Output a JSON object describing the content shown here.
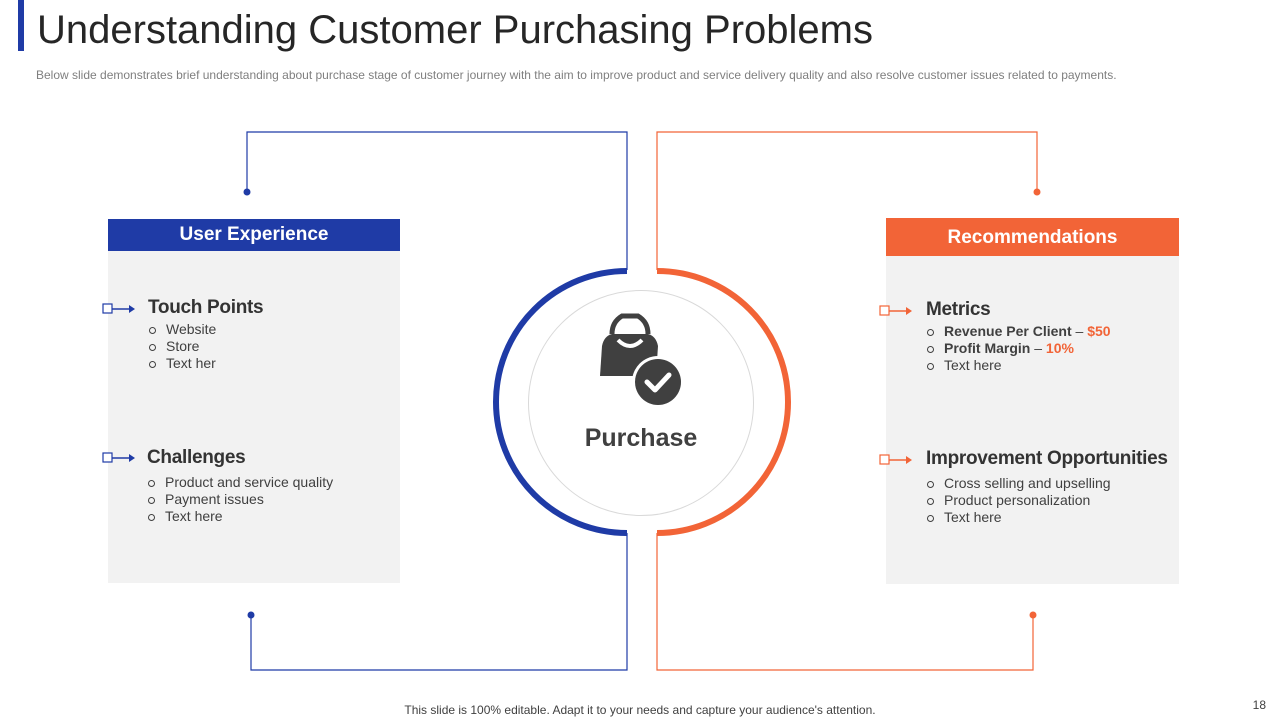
{
  "slide": {
    "title": "Understanding Customer Purchasing Problems",
    "subtitle": "Below slide demonstrates brief understanding  about purchase  stage of customer journey with the aim to improve  product and service  delivery  quality and also resolve  customer issues related to payments.",
    "center_label": "Purchase",
    "footer": "This slide is 100% editable. Adapt it to your needs and capture your audience's attention.",
    "page_number": "18"
  },
  "colors": {
    "blue": "#1f3ba6",
    "orange": "#f26437"
  },
  "left_panel": {
    "header": "User Experience",
    "sections": [
      {
        "title": "Touch Points",
        "items": [
          "Website",
          "Store",
          "Text her"
        ]
      },
      {
        "title": "Challenges",
        "items": [
          "Product and service quality",
          "Payment issues",
          "Text here"
        ]
      }
    ]
  },
  "right_panel": {
    "header": "Recommendations",
    "metrics": {
      "title": "Metrics",
      "revenue_label": "Revenue Per Client",
      "revenue_value": "$50",
      "margin_label": "Profit Margin",
      "margin_value": "10%",
      "dash": " – ",
      "extra": "Text here"
    },
    "improvement": {
      "title": "Improvement Opportunities",
      "items": [
        "Cross selling and upselling",
        "Product personalization",
        "Text here"
      ]
    }
  },
  "icons": {
    "center": "shopping-bag-check-icon",
    "bullet_marker": "arrow-marker-icon"
  }
}
